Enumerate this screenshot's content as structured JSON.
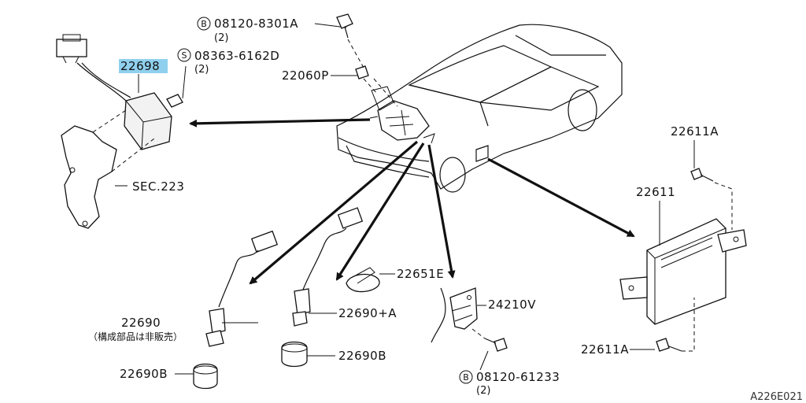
{
  "highlight_color": "#8fd0ee",
  "labels": {
    "bolt_a": "08120-8301A",
    "bolt_a_badge": "B",
    "bolt_a_qty": "(2)",
    "part_22698": "22698",
    "screw": "08363-6162D",
    "screw_badge": "S",
    "screw_qty": "(2)",
    "part_22060p": "22060P",
    "sec": "SEC.223",
    "part_22611a_top": "22611A",
    "part_22611": "22611",
    "part_22651e": "22651E",
    "part_24210v": "24210V",
    "part_22690a": "22690+A",
    "part_22690": "22690",
    "part_22690_note": "（構成部品は非販売）",
    "part_22690b_mid": "22690B",
    "part_22690b_left": "22690B",
    "part_22611a_bottom": "22611A",
    "bolt_b": "08120-61233",
    "bolt_b_badge": "B",
    "bolt_b_qty": "(2)",
    "diagram_ref": "A226E021"
  }
}
